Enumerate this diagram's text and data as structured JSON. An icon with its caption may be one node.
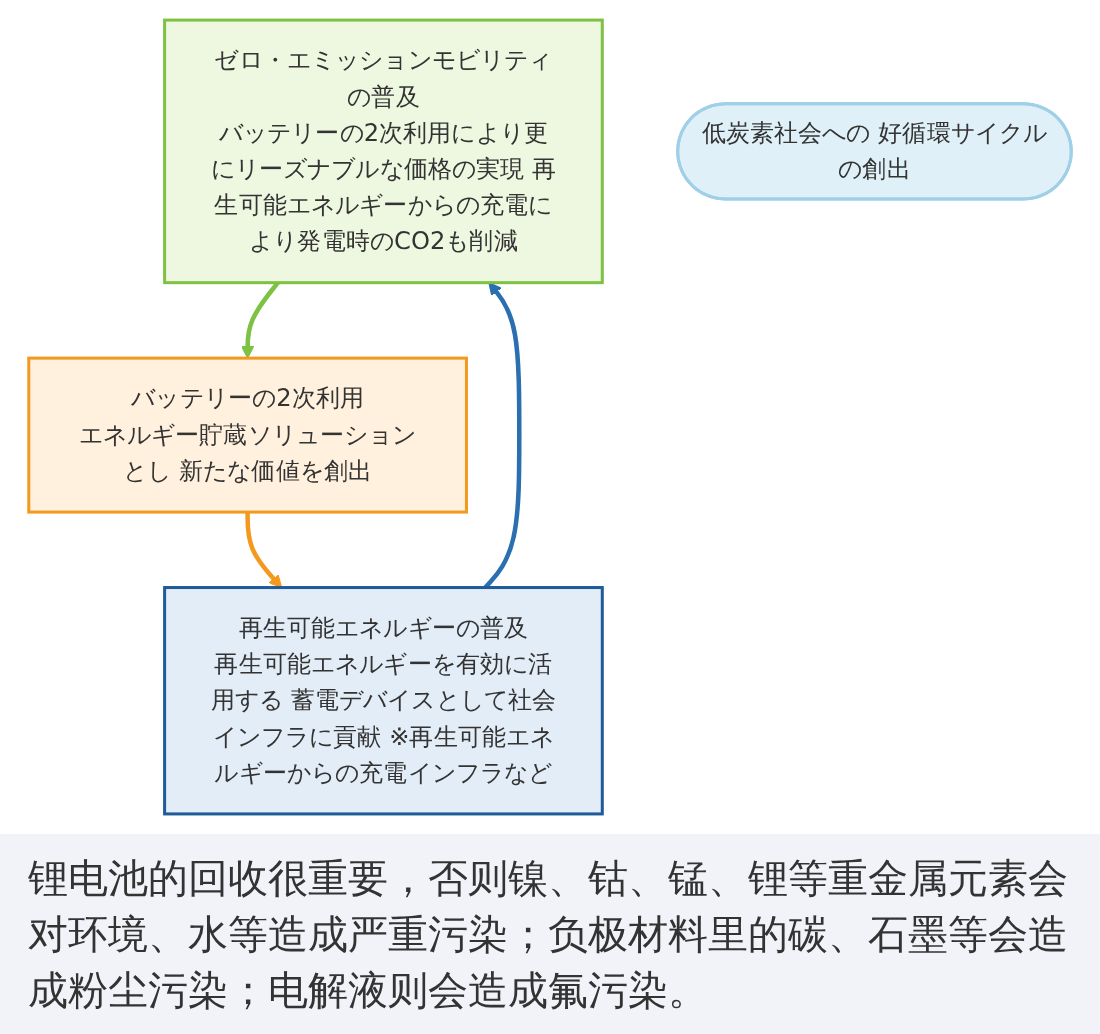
{
  "diagram": {
    "caption": "锂电池的回收很重要，否则镍、钴、锰、锂等重金属元素会对环境、水等造成严重污染；负极材料里的碳、石墨等会造成粉尘污染；电解液则会造成氟污染。",
    "nodes": [
      {
        "text": [
          "ゼロ・エミッションモビリティの普及",
          "バッテリーの2次利用により更にリーズナブルな価格の実現 再生可能エネルギーからの充電により発電時のCO2も削減"
        ]
      },
      {
        "text": [
          "バッテリーの2次利用",
          "エネルギー貯蔵ソリューションとし 新たな価値を創出"
        ]
      },
      {
        "text": [
          "再生可能エネルギーの普及",
          "再生可能エネルギーを有効に活用する 蓄電デバイスとして社会インフラに貢献 ※再生可能エネルギーからの充電インフラなど"
        ]
      },
      {
        "text": [
          "低炭素社会への 好循環サイクルの創出"
        ]
      }
    ],
    "edges": [
      {
        "from": 0,
        "to": 1,
        "arrow": "to",
        "color": "#7dc242"
      },
      {
        "from": 1,
        "to": 2,
        "arrow": "to",
        "color": "#f39a1e"
      },
      {
        "from": 2,
        "to": 0,
        "arrow": "to",
        "color": "#2a6fb0"
      }
    ]
  }
}
